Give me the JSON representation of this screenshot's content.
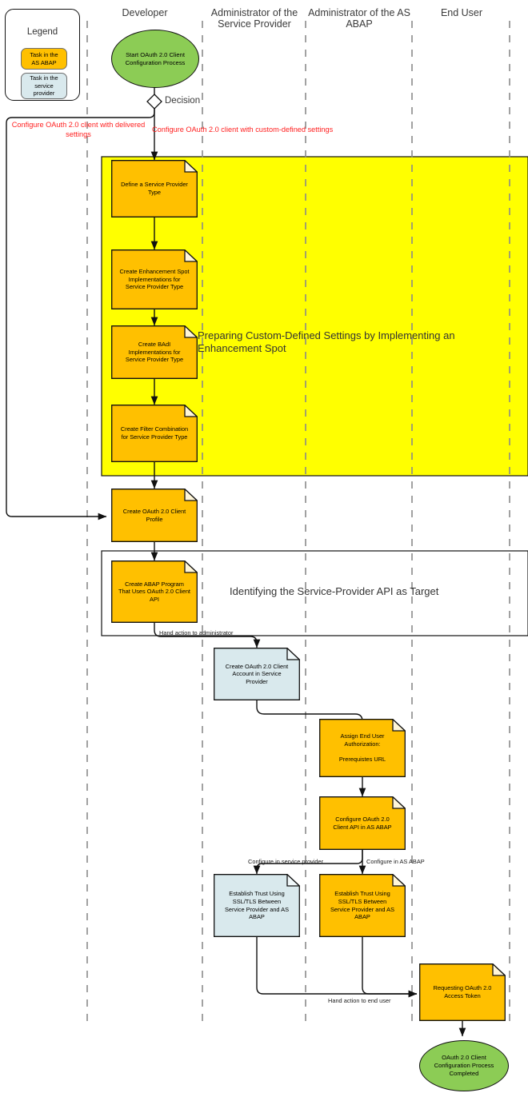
{
  "legend": {
    "title": "Legend",
    "items": [
      {
        "label": "Task in the\nAS ABAP",
        "color": "#ffc000"
      },
      {
        "label": "Task in the\nservice\nprovider",
        "color": "#d9e9ed"
      }
    ]
  },
  "lanes": [
    {
      "name": "lane-developer",
      "title": "Developer"
    },
    {
      "name": "lane-admin-service-provider",
      "title": "Administrator of the\nService Provider"
    },
    {
      "name": "lane-admin-as-abap",
      "title": "Administrator of\nthe AS ABAP"
    },
    {
      "name": "lane-end-user",
      "title": "End User"
    }
  ],
  "colors": {
    "task_as_abap": "#ffc000",
    "task_service_provider": "#d9e9ed",
    "terminator": "#8ccc55",
    "phase_highlight": "#ffff00",
    "branch_label": "#ff2020"
  },
  "nodes": {
    "start": "Start OAuth 2.0 Client\nConfiguration Process",
    "decision_label": "Decision",
    "define_sp_type": "Define a Service Provider\nType",
    "enhancement_spot": "Create Enhancement Spot\nImplementations for\nService Provider Type",
    "badi": "Create BAdI\nImplementations for\nService Provider Type",
    "filter_combination": "Create Filter Combination\nfor Service Provider Type",
    "client_profile": "Create OAuth 2.0 Client\nProfile",
    "abap_program": "Create ABAP Program\nThat Uses OAuth 2.0 Client\nAPI",
    "client_account": "Create OAuth 2.0 Client\nAccount in Service\nProvider",
    "assign_auth": "Assign End User\nAuthorization:\n\nPrerequistes URL",
    "configure_client_api": "Configure OAuth 2.0\nClient API in AS ABAP",
    "trust_sp": "Establish Trust Using\nSSL/TLS Between\nService Provider and AS\nABAP",
    "trust_abap": "Establish Trust Using\nSSL/TLS Between\nService Provider and AS\nABAP",
    "request_token": "Requesting OAuth 2.0\nAccess Token",
    "end": "OAuth 2.0 Client\nConfiguration Process\nCompleted"
  },
  "phases": [
    {
      "name": "phase-enhancement-spot",
      "label": "Preparing Custom-Defined Settings by Implementing an\nEnhancement Spot"
    },
    {
      "name": "phase-identify-api",
      "label": "Identifying the Service-Provider API as Target"
    }
  ],
  "edge_labels": {
    "branch_delivered": "Configure OAuth 2.0 client with\ndelivered settings",
    "branch_custom": "Configure OAuth 2.0 client with custom-defined settings",
    "hand_to_admin": "Hand action to administrator",
    "configure_in_sp": "Configure in service provider",
    "configure_in_abap": "Configure in AS ABAP",
    "hand_to_end_user": "Hand action to end user"
  }
}
